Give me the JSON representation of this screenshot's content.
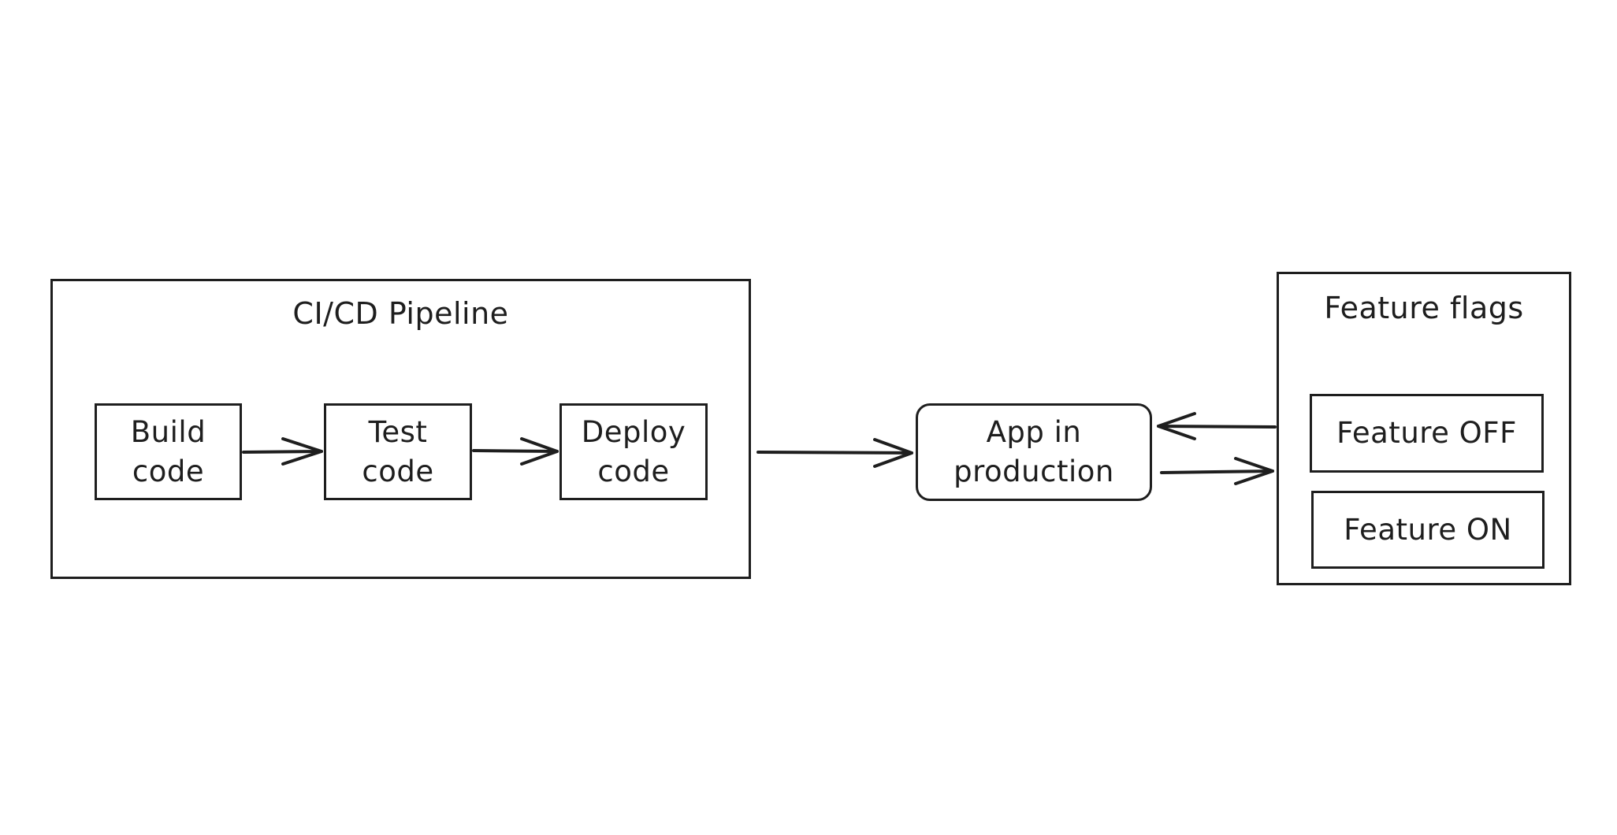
{
  "pipeline": {
    "title": "CI/CD Pipeline",
    "steps": [
      {
        "label": "Build\ncode"
      },
      {
        "label": "Test\ncode"
      },
      {
        "label": "Deploy\ncode"
      }
    ]
  },
  "app": {
    "label": "App in\nproduction"
  },
  "feature_flags": {
    "title": "Feature flags",
    "items": [
      {
        "label": "Feature OFF"
      },
      {
        "label": "Feature ON"
      }
    ]
  },
  "colors": {
    "stroke": "#1e1e1e",
    "background": "#ffffff"
  }
}
